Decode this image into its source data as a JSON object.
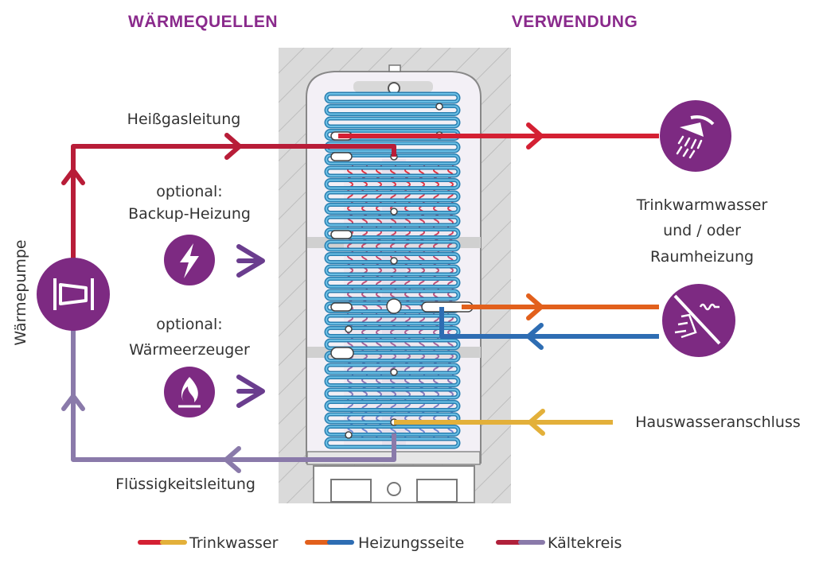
{
  "headers": {
    "left": "WÄRMEQUELLEN",
    "right": "VERWENDUNG"
  },
  "labels": {
    "hot_gas_line": "Heißgasleitung",
    "backup_line1": "optional:",
    "backup_line2": "Backup-Heizung",
    "generator_line1": "optional:",
    "generator_line2": "Wärmeerzeuger",
    "heat_pump": "Wärmepumpe",
    "liquid_line": "Flüssigkeitsleitung",
    "usage_line1": "Trinkwarmwasser",
    "usage_line2": "und / oder",
    "usage_line3": "Raumheizung",
    "house_water": "Hauswasseranschluss"
  },
  "legend": [
    {
      "label": "Trinkwasser",
      "color_a": "#d42033",
      "color_b": "#e3b03a"
    },
    {
      "label": "Heizungsseite",
      "color_a": "#e2601c",
      "color_b": "#2e6db3"
    },
    {
      "label": "Kältekreis",
      "color_a": "#b0203a",
      "color_b": "#8a7aaa"
    }
  ],
  "icons": {
    "heat_pump": "compressor-icon",
    "backup": "lightning-icon",
    "generator": "flame-icon",
    "shower": "shower-icon",
    "heating": "floor-heating-icon"
  },
  "colors": {
    "purple": "#7d2a82",
    "arrow_purple": "#6a3d8e",
    "hot_red": "#b81d38",
    "liquid": "#8a7aaa",
    "drinking_red": "#d42033",
    "orange": "#e2601c",
    "blue": "#2e6db3",
    "yellow": "#e3b03a",
    "coil": "#4aa0c8"
  }
}
